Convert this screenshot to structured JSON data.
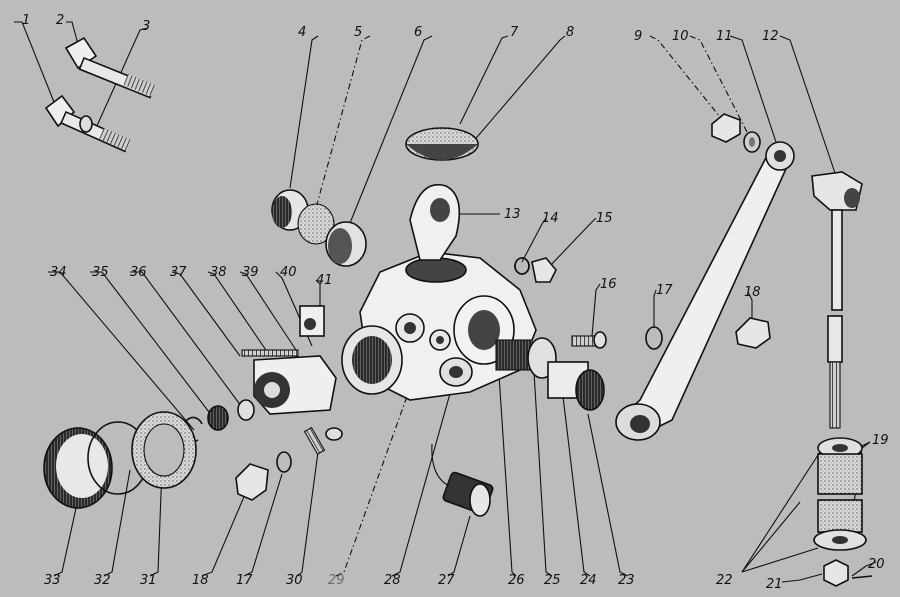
{
  "diagram": {
    "labels": {
      "n1": "1",
      "n2": "2",
      "n3": "3",
      "n4": "4",
      "n5": "5",
      "n6": "6",
      "n7": "7",
      "n8": "8",
      "n9": "9",
      "n10": "10",
      "n11": "11",
      "n12": "12",
      "n13": "13",
      "n14": "14",
      "n15": "15",
      "n16": "16",
      "n17a": "17",
      "n17b": "17",
      "n18a": "18",
      "n18b": "18",
      "n19": "19",
      "n20": "20",
      "n21": "21",
      "n22": "22",
      "n23": "23",
      "n24": "24",
      "n25": "25",
      "n26": "26",
      "n27": "27",
      "n28": "28",
      "n29": "29",
      "n30": "30",
      "n31": "31",
      "n32": "32",
      "n33": "33",
      "n34": "34",
      "n35": "35",
      "n36": "36",
      "n37": "37",
      "n38": "38",
      "n39": "39",
      "n40": "40",
      "n41": "41"
    }
  }
}
